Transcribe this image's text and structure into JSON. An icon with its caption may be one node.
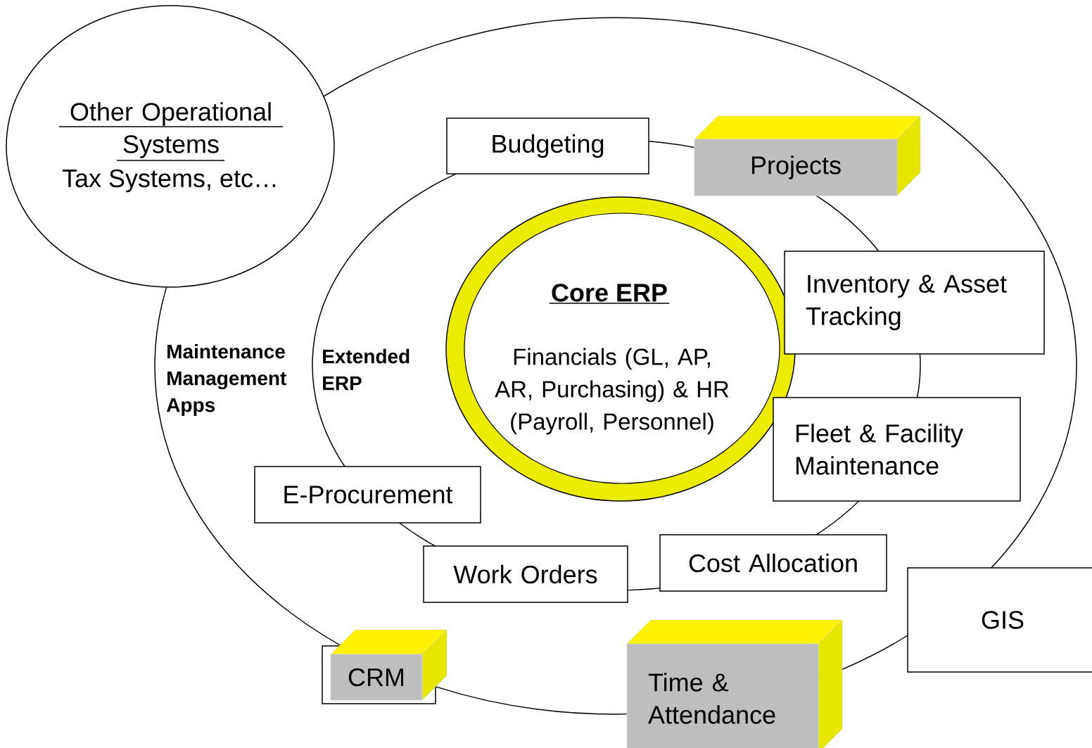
{
  "diagram": {
    "nodes": [
      {
        "text": [
          "Other Operational Systems",
          "Tax Systems, etc…"
        ]
      },
      {
        "text": [
          "Maintenance Management Apps"
        ]
      },
      {
        "text": [
          "Budgeting"
        ],
        "in": 1
      },
      {
        "text": [
          "Projects"
        ],
        "in": 1
      },
      {
        "text": [
          "Extended ERP"
        ],
        "in": 1
      },
      {
        "text": [
          "Core ERP",
          "Financials (GL, AP, AR, Purchasing) & HR (Payroll, Personnel)"
        ],
        "in": 4
      },
      {
        "text": [
          "Inventory & Asset Tracking"
        ],
        "in": 1
      },
      {
        "text": [
          "Fleet & Facility Maintenance"
        ],
        "in": 1
      },
      {
        "text": [
          "E-Procurement"
        ],
        "in": 1
      },
      {
        "text": [
          "Cost Allocation"
        ],
        "in": 1
      },
      {
        "text": [
          "Work Orders"
        ],
        "in": 1
      },
      {
        "text": [
          "GIS"
        ]
      },
      {
        "text": [
          "CRM"
        ]
      },
      {
        "text": [
          "Time & Attendance"
        ]
      }
    ]
  }
}
